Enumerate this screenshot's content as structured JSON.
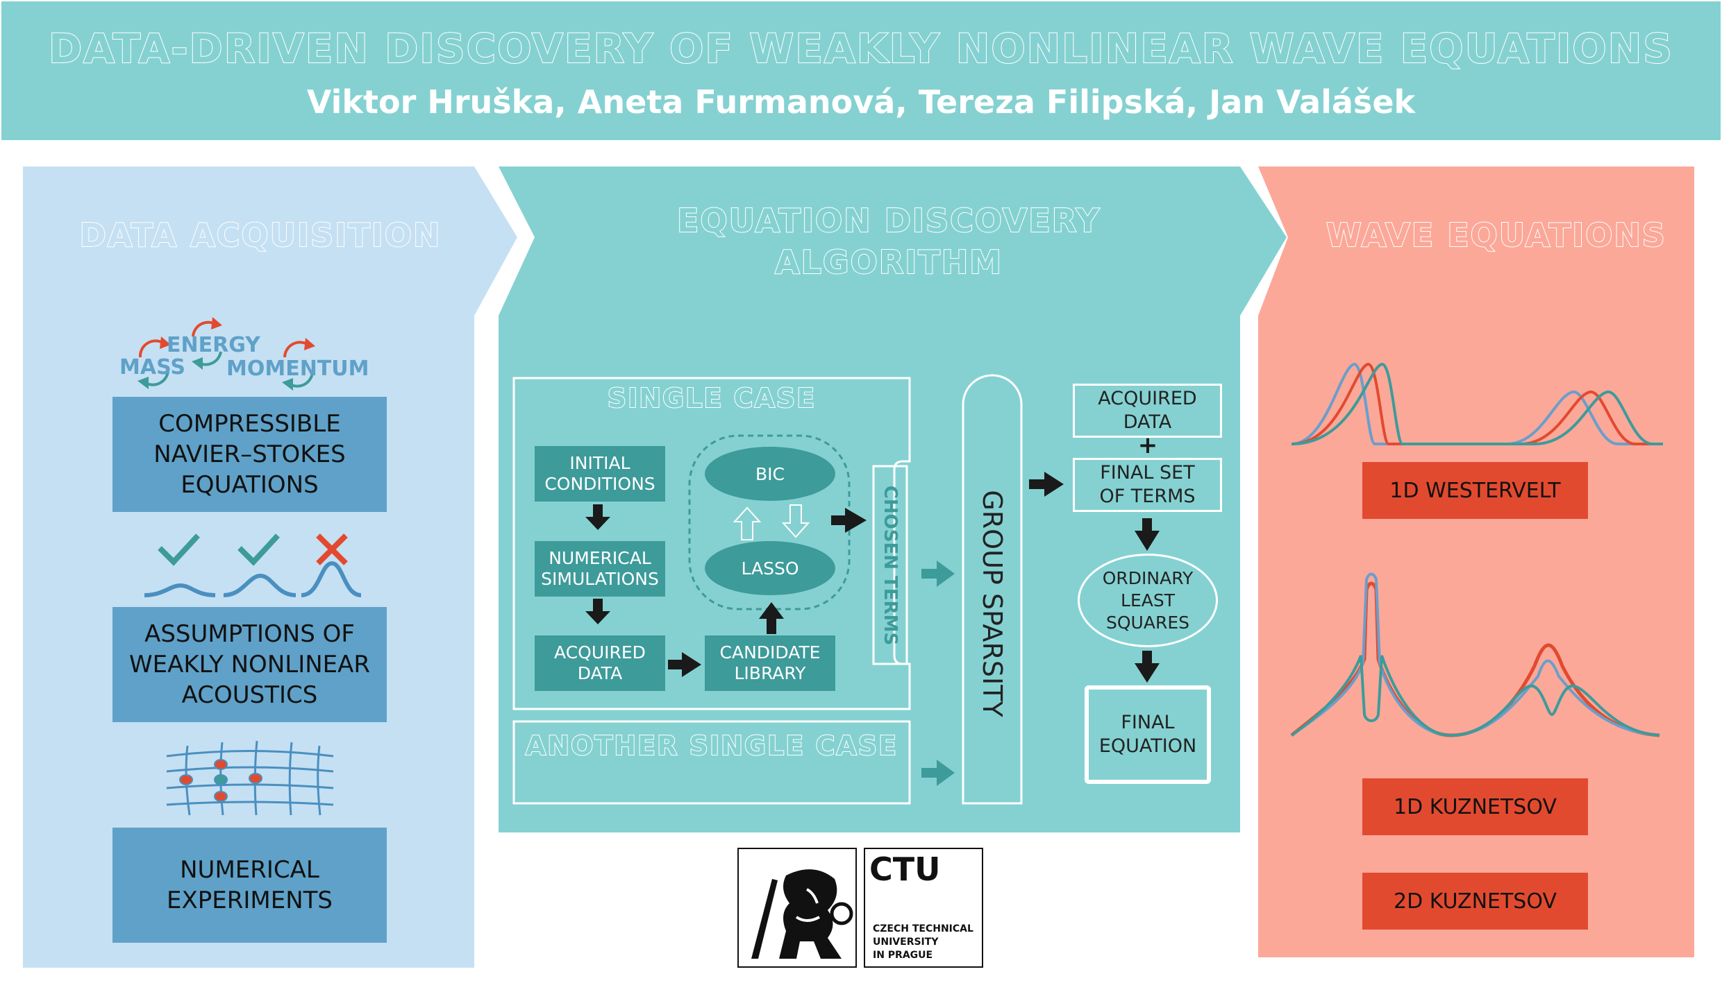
{
  "header": {
    "title": "DATA-DRIVEN DISCOVERY OF WEAKLY NONLINEAR WAVE EQUATIONS",
    "authors": "Viktor Hruška, Aneta Furmanová, Tereza Filipská, Jan Valášek"
  },
  "acquisition": {
    "title": "DATA ACQUISITION",
    "conservation": {
      "mass": "MASS",
      "energy": "ENERGY",
      "momentum": "MOMENTUM"
    },
    "ns_box": [
      "COMPRESSIBLE",
      "NAVIER–STOKES",
      "EQUATIONS"
    ],
    "assumptions_box": [
      "ASSUMPTIONS OF",
      "WEAKLY NONLINEAR",
      "ACOUSTICS"
    ],
    "experiments_box": [
      "NUMERICAL",
      "EXPERIMENTS"
    ],
    "icons": [
      "check-icon",
      "check-icon",
      "cross-icon",
      "grid-icon"
    ]
  },
  "algorithm": {
    "title": [
      "EQUATION DISCOVERY",
      "ALGORITHM"
    ],
    "single_case": "SINGLE CASE",
    "initial": [
      "INITIAL",
      "CONDITIONS"
    ],
    "simulations": [
      "NUMERICAL",
      "SIMULATIONS"
    ],
    "acquired": [
      "ACQUIRED",
      "DATA"
    ],
    "library": [
      "CANDIDATE",
      "LIBRARY"
    ],
    "bic": "BIC",
    "lasso": "LASSO",
    "chosen_terms": "CHOSEN TERMS",
    "another_case": "ANOTHER SINGLE CASE",
    "group_sparsity": "GROUP SPARSITY",
    "acquired_right": [
      "ACQUIRED",
      "DATA"
    ],
    "plus": "+",
    "final_set": [
      "FINAL SET",
      "OF TERMS"
    ],
    "ols": [
      "ORDINARY",
      "LEAST",
      "SQUARES"
    ],
    "final_eq": [
      "FINAL",
      "EQUATION"
    ]
  },
  "waves": {
    "title": "WAVE EQUATIONS",
    "westervelt": "1D WESTERVELT",
    "kuznetsov1d": "1D KUZNETSOV",
    "kuznetsov2d": "2D KUZNETSOV",
    "colors": {
      "blue": "#6a9ecb",
      "red": "#e24a2f",
      "teal": "#3d9b9a"
    }
  },
  "logo": {
    "ctu": "CTU",
    "university": [
      "CZECH TECHNICAL",
      "UNIVERSITY",
      "IN PRAGUE"
    ]
  },
  "colors": {
    "header": "#85d1d2",
    "panel_blue": "#c5e0f3",
    "panel_teal": "#85d1d2",
    "panel_red": "#fba899",
    "box_blue": "#5fa1c8",
    "box_teal": "#3d9b9a",
    "box_red": "#e24a2f"
  }
}
